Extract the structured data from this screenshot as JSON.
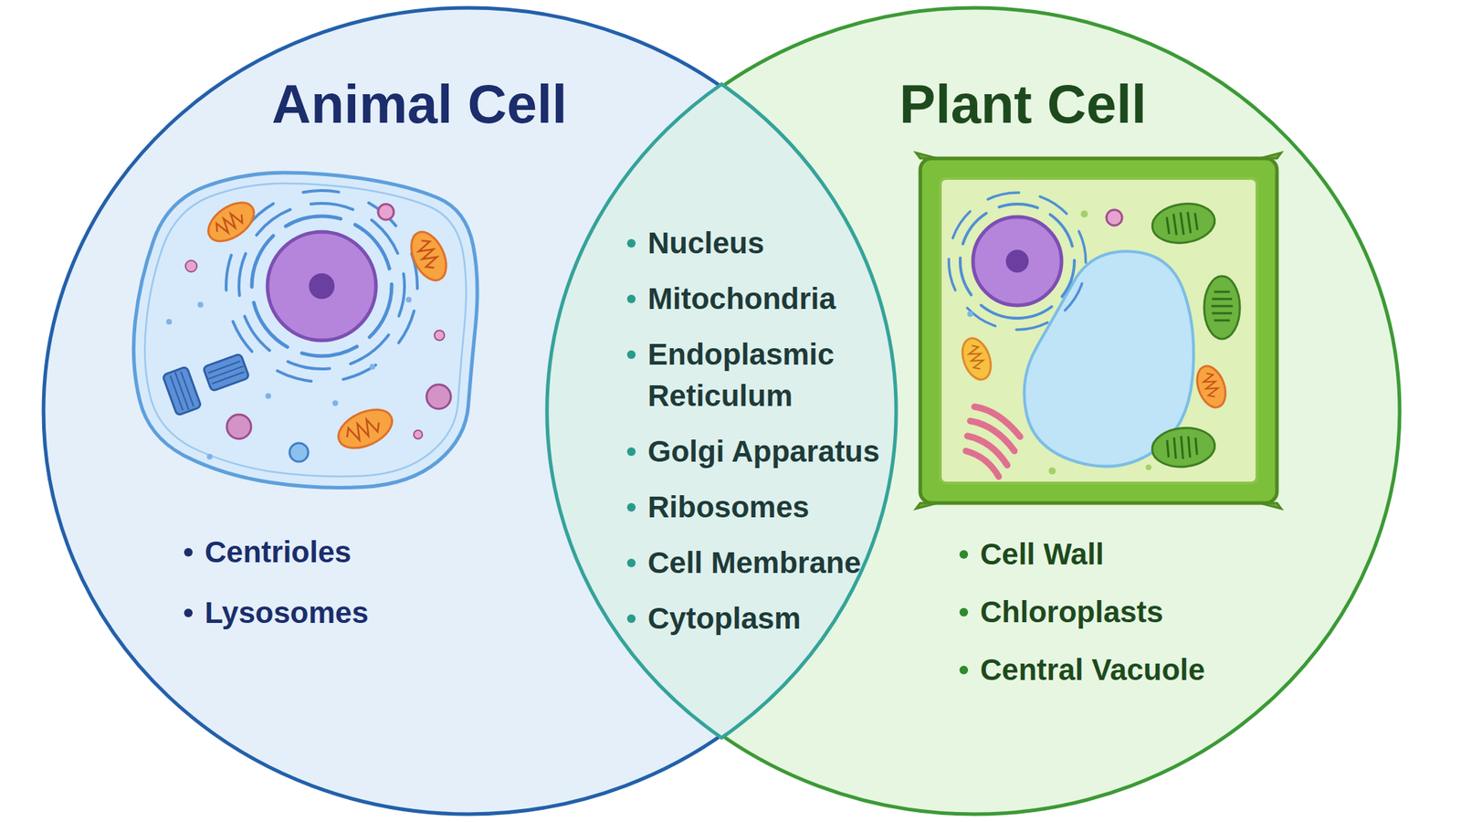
{
  "diagram": {
    "nodes": [
      {
        "text": [
          "Animal Cell",
          "Centrioles",
          "Lysosomes"
        ]
      },
      {
        "text": [
          "Nucleus",
          "Mitochondria",
          "Endoplasmic Reticulum",
          "Golgi Apparatus",
          "Ribosomes",
          "Cell Membrane",
          "Cytoplasm"
        ]
      },
      {
        "text": [
          "Plant Cell",
          "Cell Wall",
          "Chloroplasts",
          "Central Vacuole"
        ]
      }
    ]
  }
}
